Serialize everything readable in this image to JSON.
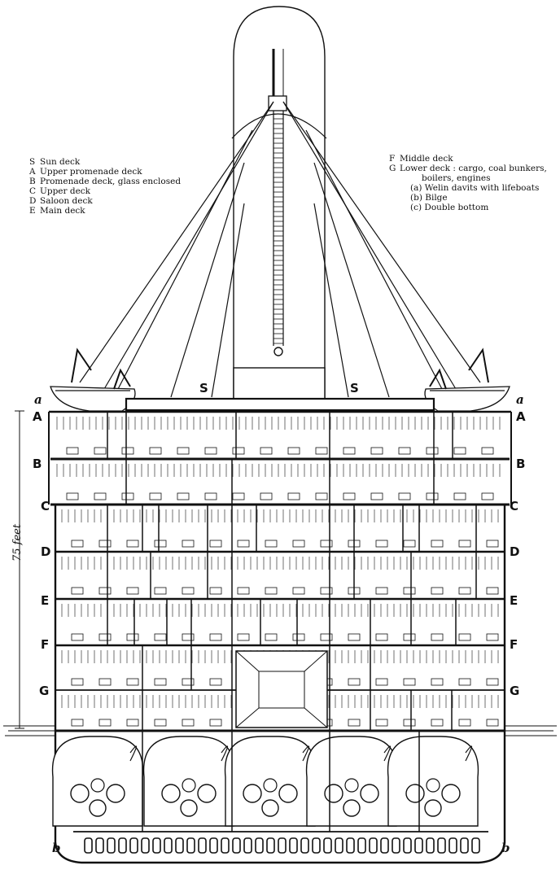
{
  "legend_left": [
    {
      "key": "S",
      "text": "Sun deck"
    },
    {
      "key": "A",
      "text": "Upper promenade deck"
    },
    {
      "key": "B",
      "text": "Promenade deck, glass enclosed"
    },
    {
      "key": "C",
      "text": "Upper deck"
    },
    {
      "key": "D",
      "text": "Saloon deck"
    },
    {
      "key": "E",
      "text": "Main deck"
    }
  ],
  "legend_right": [
    {
      "key": "F",
      "text": "Middle deck"
    },
    {
      "key": "G",
      "text": "Lower deck : cargo, coal bunkers,"
    },
    {
      "key": "",
      "text": "boilers, engines",
      "indent": "cont"
    },
    {
      "key": "",
      "text": "(a)  Welin davits with lifeboats",
      "indent": "sub"
    },
    {
      "key": "",
      "text": "(b)  Bilge",
      "indent": "sub"
    },
    {
      "key": "",
      "text": "(c)  Double bottom",
      "indent": "sub"
    }
  ],
  "deck_labels": {
    "sun": "S",
    "a": "A",
    "b": "B",
    "c": "C",
    "d": "D",
    "e": "E",
    "f": "F",
    "g": "G",
    "davit": "a",
    "bilge": "b"
  },
  "scale_label": "75 feet",
  "colors": {
    "ink": "#111111",
    "paper": "#ffffff"
  }
}
